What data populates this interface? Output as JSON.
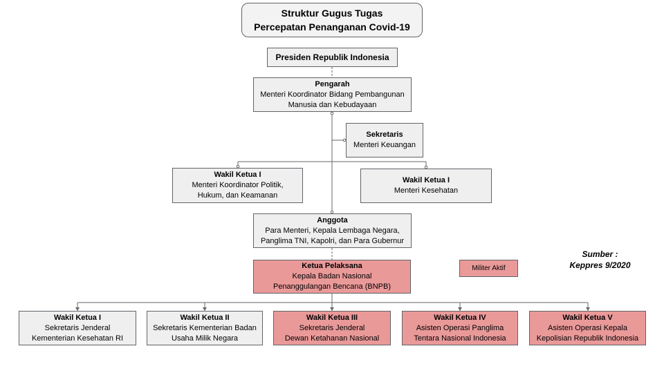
{
  "title": {
    "line1": "Struktur Gugus Tugas",
    "line2": "Percepatan Penanganan Covid-19"
  },
  "presiden": "Presiden Republik Indonesia",
  "pengarah": {
    "heading": "Pengarah",
    "line1": "Menteri Koordinator Bidang Pembangunan",
    "line2": "Manusia dan Kebudayaan"
  },
  "sekretaris": {
    "heading": "Sekretaris",
    "line1": "Menteri Keuangan"
  },
  "wakil_left": {
    "heading": "Wakil Ketua I",
    "line1": "Menteri Koordinator Politik,",
    "line2": "Hukum, dan Keamanan"
  },
  "wakil_right": {
    "heading": "Wakil Ketua I",
    "line1": "Menteri Kesehatan"
  },
  "anggota": {
    "heading": "Anggota",
    "line1": "Para Menteri, Kepala Lembaga Negara,",
    "line2": "Panglima TNI, Kapolri, dan Para Gubernur"
  },
  "ketua": {
    "heading": "Ketua Pelaksana",
    "line1": "Kepala Badan Nasional",
    "line2": "Penanggulangan Bencana (BNPB)"
  },
  "legend": {
    "label": "Militer Aktif",
    "color": "#ea9999"
  },
  "source": {
    "line1": "Sumber :",
    "line2": "Keppres 9/2020"
  },
  "bottom": [
    {
      "heading": "Wakil Ketua I",
      "line1": "Sekretaris Jenderal",
      "line2": "Kementerian Kesehatan RI"
    },
    {
      "heading": "Wakil Ketua II",
      "line1": "Sekretaris Kementerian Badan",
      "line2": "Usaha Milik Negara"
    },
    {
      "heading": "Wakil Ketua III",
      "line1": "Sekretaris Jenderal",
      "line2": "Dewan Ketahanan Nasional"
    },
    {
      "heading": "Wakil Ketua IV",
      "line1": "Asisten Operasi Panglima",
      "line2": "Tentara Nasional Indonesia"
    },
    {
      "heading": "Wakil Ketua V",
      "line1": "Asisten Operasi Kepala",
      "line2": "Kepolisian Republik Indonesia"
    }
  ]
}
